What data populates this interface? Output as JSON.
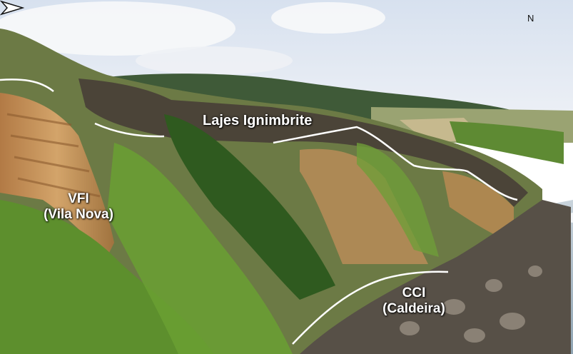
{
  "labels": {
    "lajes": "Lajes Ignimbrite",
    "vfi_line1": "VFI",
    "vfi_line2": "(Vila Nova)",
    "cci_line1": "CCI",
    "cci_line2": "(Caldeira)"
  },
  "north_indicator": {
    "letter": "N",
    "icon": "north-arrow-icon"
  },
  "colors": {
    "sky": "#e9eef6",
    "contact_lines": "#ffffff",
    "vegetation": "#5f8a2e",
    "tuff": "#c99a5e",
    "sea": "#9fb4c2"
  }
}
